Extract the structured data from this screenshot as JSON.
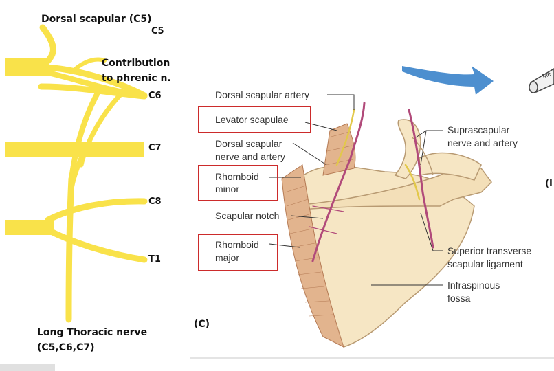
{
  "left_panel": {
    "dorsal_scapular": "Dorsal scapular (C5)",
    "c5": "C5",
    "contribution_line1": "Contribution",
    "contribution_line2": "to phrenic n.",
    "c6": "C6",
    "c7": "C7",
    "c8": "C8",
    "t1": "T1",
    "long_thoracic_line1": "Long Thoracic nerve",
    "long_thoracic_line2": "(C5,C6,C7)"
  },
  "right_panel": {
    "dorsal_scapular_artery": "Dorsal scapular artery",
    "levator_scapulae": "Levator scapulae",
    "dorsal_scapular_nerve_line1": "Dorsal scapular",
    "dorsal_scapular_nerve_line2": "nerve and artery",
    "rhomboid_minor_line1": "Rhomboid",
    "rhomboid_minor_line2": "minor",
    "scapular_notch": "Scapular notch",
    "rhomboid_major_line1": "Rhomboid",
    "rhomboid_major_line2": "major",
    "suprascapular_line1": "Suprascapular",
    "suprascapular_line2": "nerve and artery",
    "superior_transverse_line1": "Superior transverse",
    "superior_transverse_line2": "scapular ligament",
    "infraspinous_line1": "Infraspinous",
    "infraspinous_line2": "fossa",
    "panel_letter": "(C)",
    "tube_text": "Me",
    "edge_letter": "(I"
  },
  "colors": {
    "nerve": "#f9e24a",
    "nerve_outline": "#d9c02a",
    "bone": "#f6e6c4",
    "bone_outline": "#b89a72",
    "muscle": "#e2b48e",
    "artery": "#b14a7a",
    "arrow": "#4d8fcf",
    "highlight_box": "#cc2b2b"
  }
}
